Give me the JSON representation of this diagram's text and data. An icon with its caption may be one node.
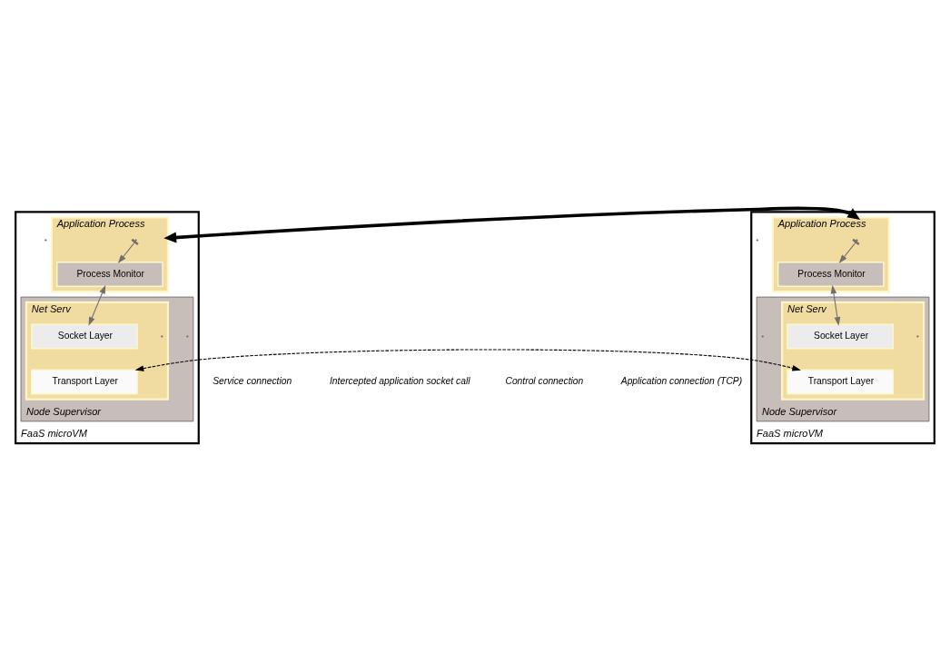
{
  "diagram": {
    "nodes": [
      {
        "text": [
          "FaaS microVM"
        ]
      },
      {
        "text": [
          "Application Process"
        ],
        "in": 0
      },
      {
        "text": [
          "Process Monitor"
        ],
        "in": 1
      },
      {
        "text": [
          "Node Supervisor"
        ],
        "in": 0
      },
      {
        "text": [
          "Net Serv"
        ],
        "in": 3
      },
      {
        "text": [
          "Socket Layer"
        ],
        "in": 4
      },
      {
        "text": [
          "Transport Layer"
        ],
        "in": 4
      },
      {
        "text": [
          "FaaS microVM"
        ]
      },
      {
        "text": [
          "Application Process"
        ],
        "in": 7
      },
      {
        "text": [
          "Process Monitor"
        ],
        "in": 8
      },
      {
        "text": [
          "Node Supervisor"
        ],
        "in": 7
      },
      {
        "text": [
          "Net Serv"
        ],
        "in": 10
      },
      {
        "text": [
          "Socket Layer"
        ],
        "in": 11
      },
      {
        "text": [
          "Transport Layer"
        ],
        "in": 11
      }
    ],
    "edges": [
      {
        "from": 1,
        "to": 2,
        "arrow": "to"
      },
      {
        "from": 2,
        "to": 5,
        "arrow": "both"
      },
      {
        "from": 8,
        "to": 9,
        "arrow": "to"
      },
      {
        "from": 9,
        "to": 12,
        "arrow": "both"
      },
      {
        "from": 1,
        "to": 8,
        "arrow": "both",
        "style": "thick",
        "color": "#000000"
      },
      {
        "from": 6,
        "to": 13,
        "arrow": "both",
        "style": "dashed",
        "color": "#000000"
      }
    ],
    "legend": [
      {
        "text": "Service connection"
      },
      {
        "text": "Intercepted application socket call"
      },
      {
        "text": "Control connection"
      },
      {
        "text": "Application connection (TCP)"
      }
    ]
  }
}
